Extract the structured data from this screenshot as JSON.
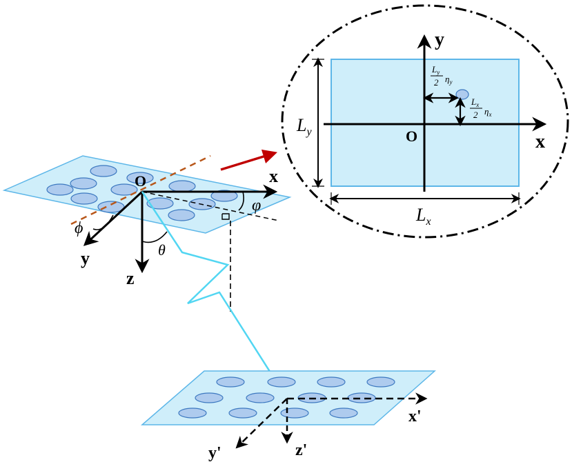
{
  "colors": {
    "plane_fill": "#cfeefa",
    "plane_edge": "#5cb6e8",
    "element_fill": "#aecbee",
    "element_edge": "#3c78c0",
    "ray": "#52d6f2",
    "orientation_line": "#b8571a",
    "callout_arrow": "#c00000",
    "ink": "#000000"
  },
  "upper_array": {
    "origin_label": "O",
    "x_label": "x",
    "y_label": "y",
    "z_label": "z",
    "phi_label": "ϕ",
    "varphi_label": "φ",
    "theta_label": "θ"
  },
  "lower_array": {
    "x_label": "x'",
    "y_label": "y'",
    "z_label": "z'"
  },
  "zoom_view": {
    "origin_label": "O",
    "x_label": "x",
    "y_label": "y",
    "ly_label_main": "L",
    "ly_label_sub": "y",
    "lx_label_main": "L",
    "lx_label_sub": "x",
    "half_ly_num": "L",
    "half_ly_num_sub": "y",
    "half_ly_den": "2",
    "half_ly_eta": "η",
    "half_ly_eta_sub": "y",
    "half_lx_num": "L",
    "half_lx_num_sub": "x",
    "half_lx_den": "2",
    "half_lx_eta": "η",
    "half_lx_eta_sub": "x"
  }
}
